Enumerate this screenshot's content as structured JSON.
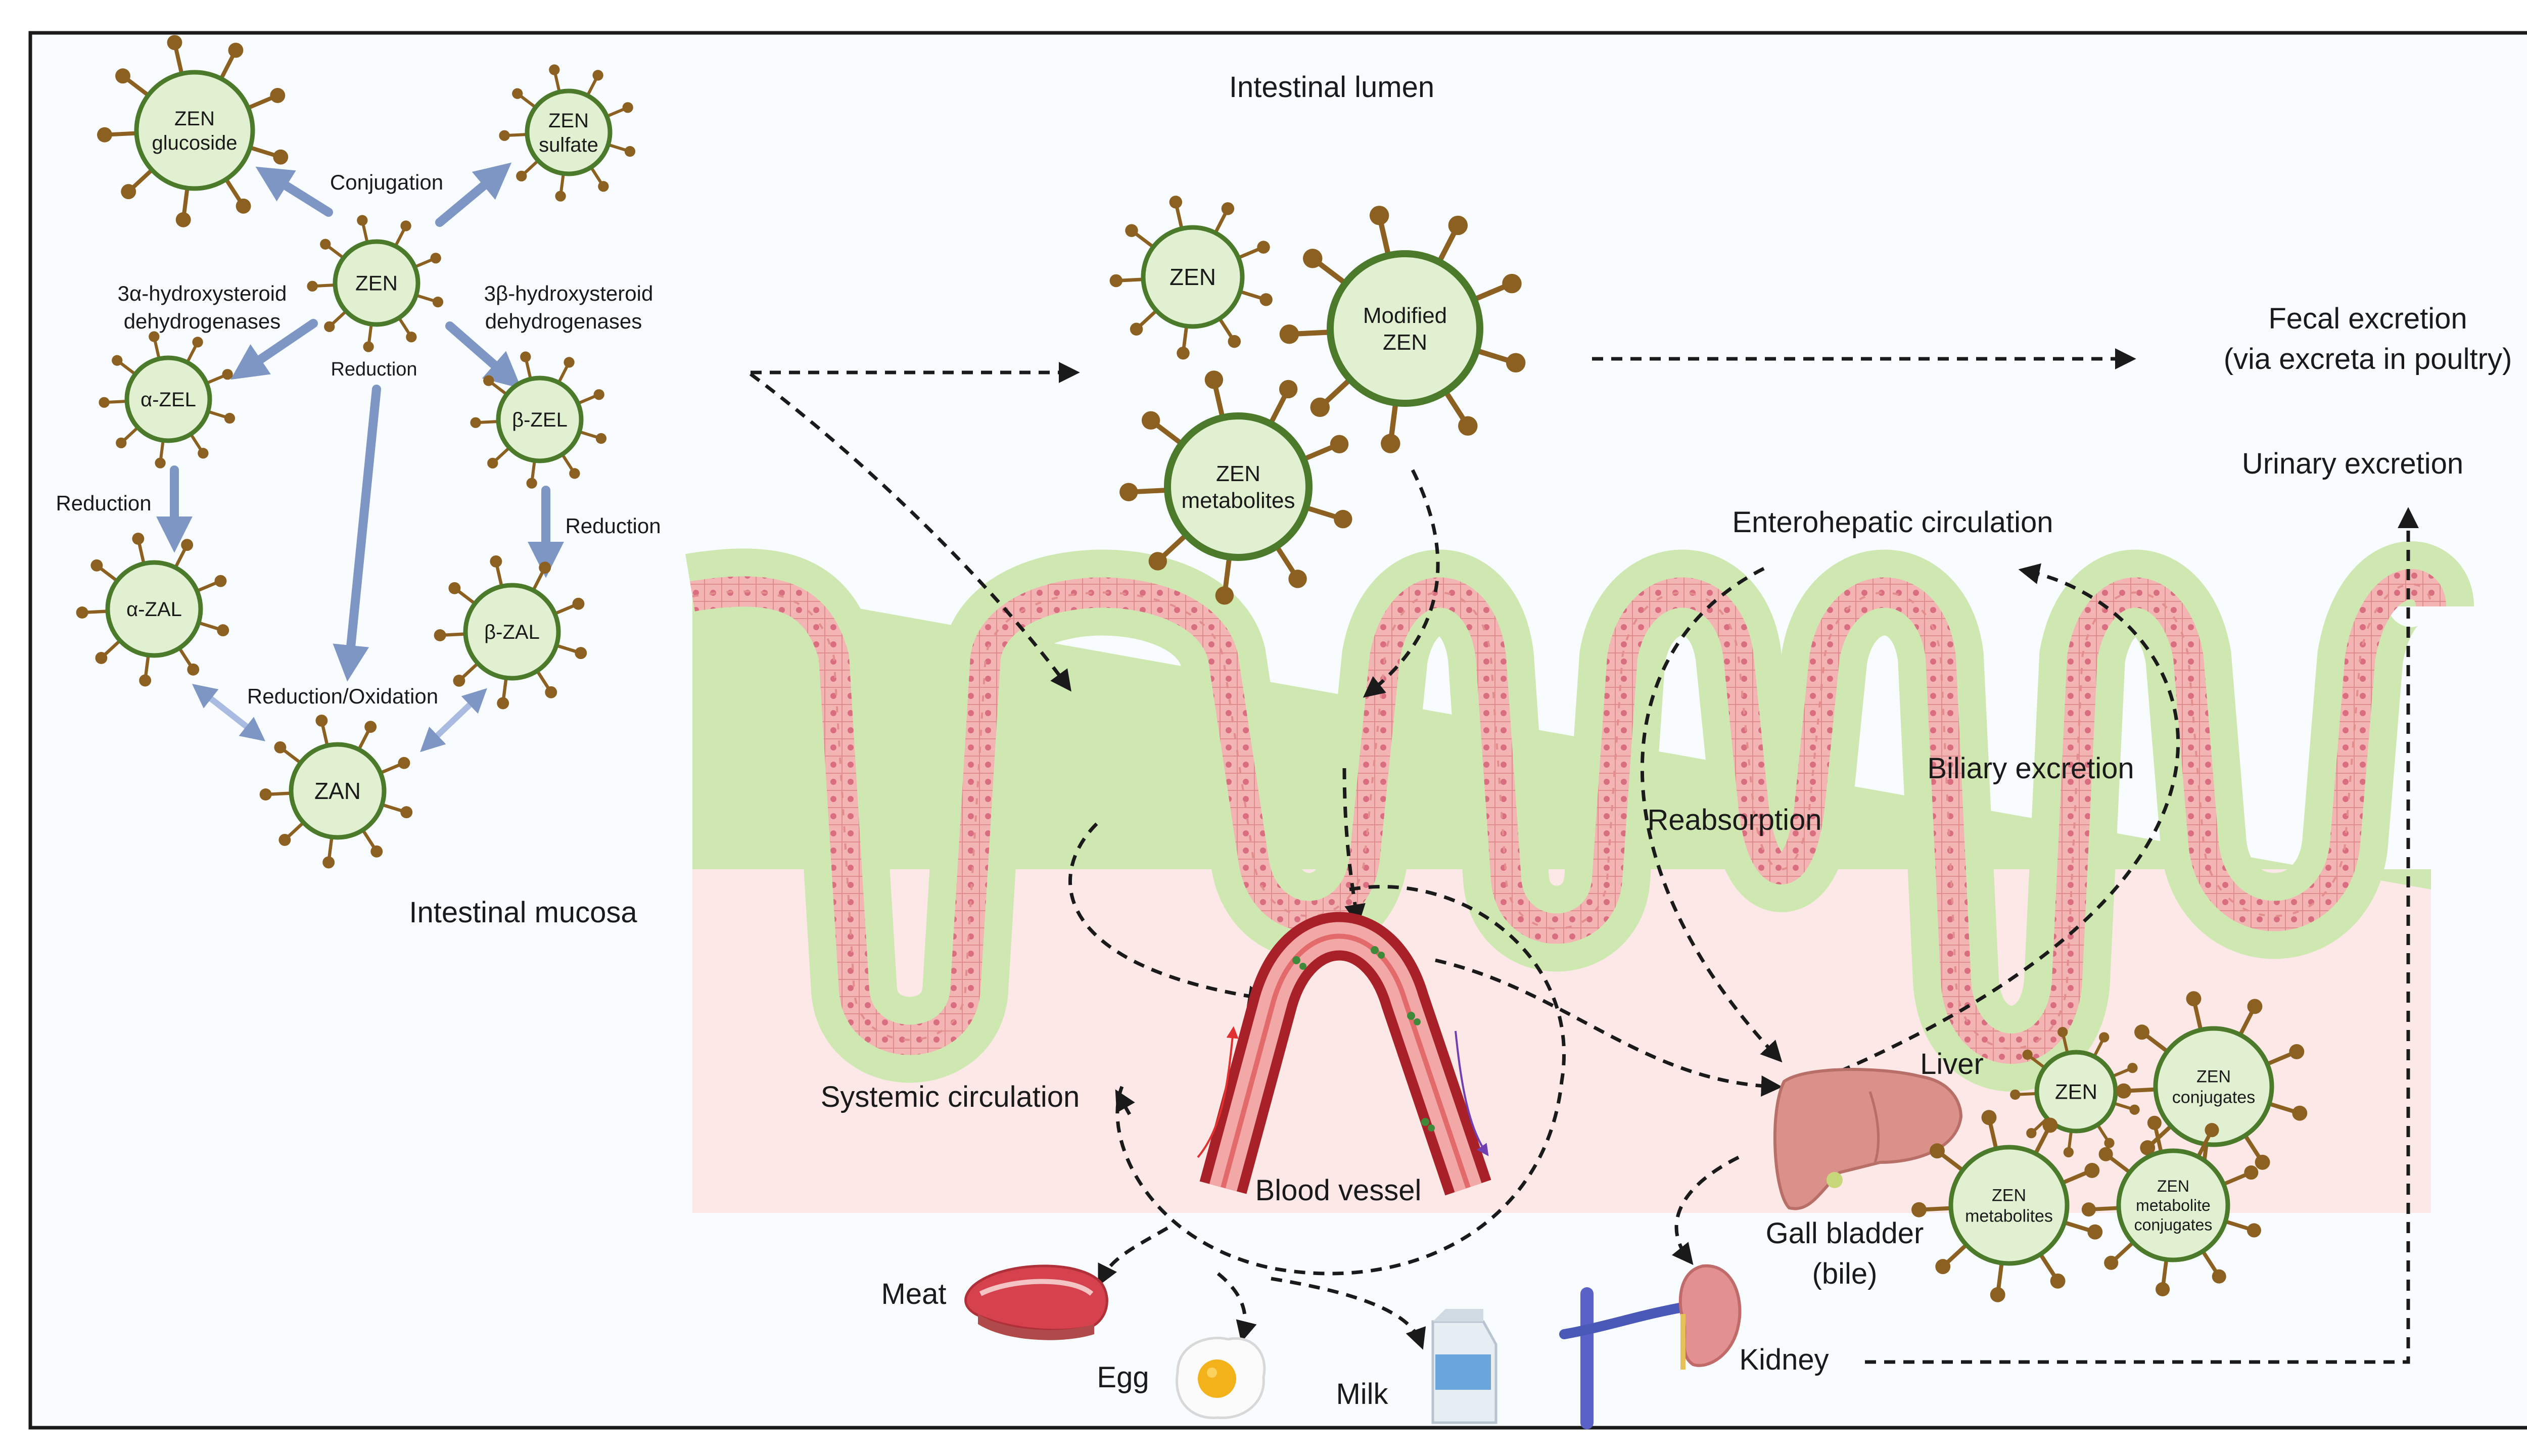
{
  "colors": {
    "frame": "#1a1a1a",
    "frame_bg": "#f8fcfe",
    "mucosa_bg": "#fde8e8",
    "villus_green": "#cfe8b2",
    "epithelium": "#efa6a6",
    "virus_fill": "#e2f0d2",
    "virus_stroke": "#4a7a2a",
    "spike": "#8b6020",
    "pathway_arrow": "#7e96c4",
    "vessel": "#c8303a"
  },
  "pathway": {
    "conjugation": "Conjugation",
    "alpha_enzyme": [
      "3α-hydroxysteroid",
      "dehydrogenases"
    ],
    "beta_enzyme": [
      "3β-hydroxysteroid",
      "dehydrogenases"
    ],
    "reduction_center": "Reduction",
    "reduction_left": "Reduction",
    "reduction_right": "Reduction",
    "redox": "Reduction/Oxidation",
    "nodes": {
      "zen": "ZEN",
      "glucoside": [
        "ZEN",
        "glucoside"
      ],
      "sulfate": [
        "ZEN",
        "sulfate"
      ],
      "a_zel": "α-ZEL",
      "b_zel": "β-ZEL",
      "a_zal": "α-ZAL",
      "b_zal": "β-ZAL",
      "zan": "ZAN"
    }
  },
  "lumen": {
    "title": "Intestinal lumen",
    "zen": "ZEN",
    "modified": [
      "Modified",
      "ZEN"
    ],
    "metabolites": [
      "ZEN",
      "metabolites"
    ]
  },
  "labels": {
    "mucosa": "Intestinal mucosa",
    "fecal": [
      "Fecal excretion",
      "(via excreta in poultry)"
    ],
    "urinary": "Urinary excretion",
    "enterohepatic": "Enterohepatic circulation",
    "biliary": "Biliary excretion",
    "reabsorption": "Reabsorption",
    "systemic": "Systemic circulation",
    "blood_vessel": "Blood vessel",
    "liver": "Liver",
    "gall_bladder": [
      "Gall bladder",
      "(bile)"
    ],
    "kidney": "Kidney",
    "meat": "Meat",
    "egg": "Egg",
    "milk": "Milk"
  },
  "liver_cluster": {
    "zen": "ZEN",
    "conjugates": [
      "ZEN",
      "conjugates"
    ],
    "metabolites": [
      "ZEN",
      "metabolites"
    ],
    "metabolite_conjugates": [
      "ZEN",
      "metabolite",
      "conjugates"
    ]
  }
}
